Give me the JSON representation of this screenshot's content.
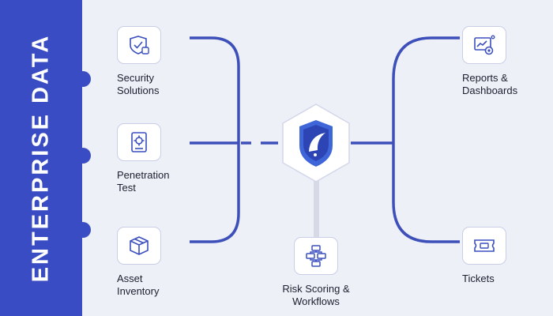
{
  "sidebar": {
    "title": "ENTERPRISE DATA"
  },
  "left_nodes": [
    {
      "label": "Security\nSolutions",
      "icon": "shield-check-icon"
    },
    {
      "label": "Penetration\nTest",
      "icon": "gear-document-icon"
    },
    {
      "label": "Asset\nInventory",
      "icon": "box-icon"
    }
  ],
  "right_nodes": [
    {
      "label": "Reports &\nDashboards",
      "icon": "report-chart-icon"
    },
    {
      "label": "Tickets",
      "icon": "ticket-icon"
    }
  ],
  "bottom_node": {
    "label": "Risk Scoring &\nWorkflows",
    "icon": "flowchart-icon"
  },
  "hub": {
    "icon": "shield-logo-icon"
  },
  "colors": {
    "accent": "#3a4cc3",
    "line": "#3d4fb8",
    "stem": "#d7d9e6",
    "background": "#eef0f8"
  }
}
